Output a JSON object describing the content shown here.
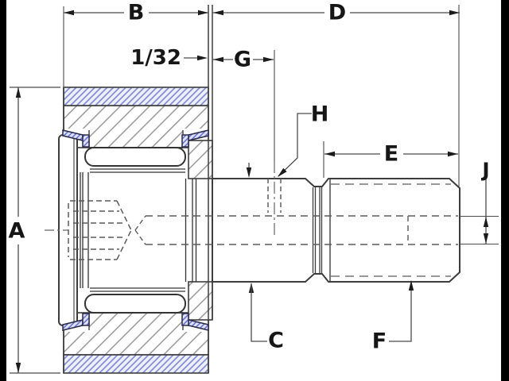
{
  "drawing": {
    "kind": "cam-follower-cross-section",
    "labels": {
      "a": "A",
      "b": "B",
      "c": "C",
      "d": "D",
      "e": "E",
      "f": "F",
      "g": "G",
      "h": "H",
      "j": "J",
      "offset": "1/32"
    },
    "colors": {
      "background": "#ffffff",
      "side_bars": "#000000",
      "outline": "#3d3d3d",
      "dimension_lines": "#4b4b4b",
      "hatch_gray": "#909090",
      "hatch_blue": "#828ad4",
      "seal_blue": "#6a72cc"
    }
  }
}
